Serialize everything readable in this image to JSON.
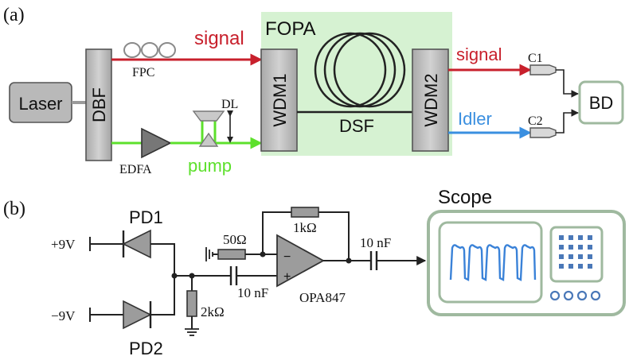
{
  "panel_a": {
    "label": "(a)",
    "laser": "Laser",
    "dbf": "DBF",
    "fpc": "FPC",
    "signal_in": "signal",
    "fopa": "FOPA",
    "wdm1": "WDM1",
    "wdm2": "WDM2",
    "dsf": "DSF",
    "signal_out": "signal",
    "idler": "Idler",
    "c1": "C1",
    "c2": "C2",
    "bd": "BD",
    "dl": "DL",
    "edfa": "EDFA",
    "pump": "pump"
  },
  "panel_b": {
    "label": "(b)",
    "pd1": "PD1",
    "pd2": "PD2",
    "vpos": "+9V",
    "vneg": "−9V",
    "r_50": "50Ω",
    "r_1k": "1kΩ",
    "r_2k": "2kΩ",
    "c_in": "10 nF",
    "c_out": "10 nF",
    "opamp": "OPA847",
    "opamp_minus": "−",
    "opamp_plus": "+",
    "scope": "Scope"
  },
  "colors": {
    "signal": "#c8202c",
    "pump": "#5de02c",
    "idler": "#3a8fe0",
    "fopa_bg": "#d6f2d2",
    "box_gray": "#b8b8b8",
    "scope_frame": "#9fb99f",
    "trace": "#3a82d8"
  }
}
